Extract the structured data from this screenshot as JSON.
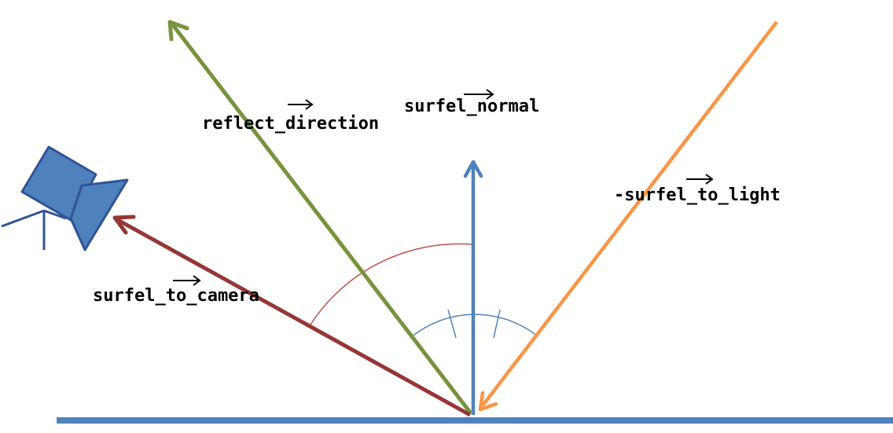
{
  "labels": {
    "reflect_direction": "reflect_direction",
    "surfel_normal": "surfel_normal",
    "surfel_to_light": "-surfel_to_light",
    "surfel_to_camera": "surfel_to_camera"
  },
  "colors": {
    "surface": "#4f81bd",
    "normal": "#4f81bd",
    "reflect": "#77933c",
    "light": "#f79646",
    "camera_vector": "#953735",
    "camera_body": "#4f81bd",
    "camera_outline": "#2f5496",
    "arc_red": "#c0504d",
    "arc_blue": "#4f81bd"
  },
  "icons": {
    "camera": "camera-icon"
  }
}
